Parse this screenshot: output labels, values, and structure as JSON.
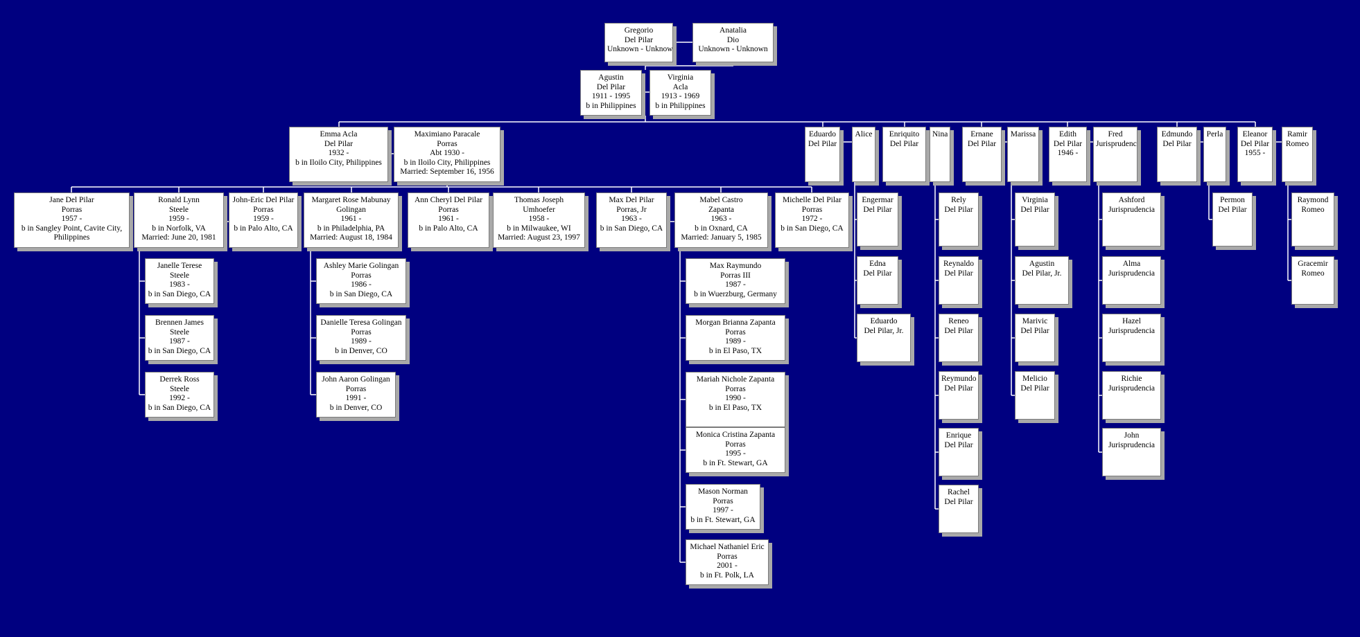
{
  "title": "",
  "people": [
    {
      "id": "gregorio",
      "lines": [
        "Gregorio",
        "Del Pilar",
        "Unknown - Unknown"
      ]
    },
    {
      "id": "anatalia",
      "lines": [
        "Anatalia",
        "Dio",
        "Unknown - Unknown"
      ]
    },
    {
      "id": "agustin",
      "lines": [
        "Agustin",
        "Del Pilar",
        "1911 - 1995",
        "b in Philippines"
      ]
    },
    {
      "id": "virginia",
      "lines": [
        "Virginia",
        "Acla",
        "1913 - 1969",
        "b in Philippines"
      ]
    },
    {
      "id": "emma",
      "lines": [
        "Emma Acla",
        "Del Pilar",
        "1932 -",
        "b in Iloilo City, Philippines"
      ]
    },
    {
      "id": "maximiano",
      "lines": [
        "Maximiano Paracale",
        "Porras",
        "Abt 1930 -",
        "b in Iloilo City, Philippines",
        "Married: September 16, 1956"
      ]
    },
    {
      "id": "eduardo",
      "lines": [
        "Eduardo",
        "Del Pilar"
      ]
    },
    {
      "id": "alice",
      "lines": [
        "Alice"
      ]
    },
    {
      "id": "enriquito",
      "lines": [
        "Enriquito",
        "Del Pilar"
      ]
    },
    {
      "id": "nina",
      "lines": [
        "Nina"
      ]
    },
    {
      "id": "ernane",
      "lines": [
        "Ernane",
        "Del Pilar"
      ]
    },
    {
      "id": "marissa",
      "lines": [
        "Marissa"
      ]
    },
    {
      "id": "edith",
      "lines": [
        "Edith",
        "Del Pilar",
        "1946 -"
      ]
    },
    {
      "id": "fred",
      "lines": [
        "Fred",
        "Jurisprudencia"
      ]
    },
    {
      "id": "edmundo",
      "lines": [
        "Edmundo",
        "Del Pilar"
      ]
    },
    {
      "id": "perla",
      "lines": [
        "Perla"
      ]
    },
    {
      "id": "eleanor",
      "lines": [
        "Eleanor",
        "Del Pilar",
        "1955 -"
      ]
    },
    {
      "id": "ramir",
      "lines": [
        "Ramir",
        "Romeo"
      ]
    },
    {
      "id": "jane",
      "lines": [
        "Jane Del Pilar",
        "Porras",
        "1957 -",
        "b in Sangley Point, Cavite City,",
        "Philippines"
      ]
    },
    {
      "id": "ronald",
      "lines": [
        "Ronald Lynn",
        "Steele",
        "1959 -",
        "b in Norfolk, VA",
        "Married: June 20, 1981"
      ]
    },
    {
      "id": "johneric",
      "lines": [
        "John-Eric Del Pilar",
        "Porras",
        "1959 -",
        "b in Palo Alto, CA"
      ]
    },
    {
      "id": "margaret",
      "lines": [
        "Margaret Rose Mabunay",
        "Golingan",
        "1961 -",
        "b in Philadelphia, PA",
        "Married: August 18, 1984"
      ]
    },
    {
      "id": "anncheryl",
      "lines": [
        "Ann Cheryl Del Pilar",
        "Porras",
        "1961 -",
        "b in Palo Alto, CA"
      ]
    },
    {
      "id": "thomas",
      "lines": [
        "Thomas Joseph",
        "Umhoefer",
        "1958 -",
        "b in Milwaukee, WI",
        "Married: August 23, 1997"
      ]
    },
    {
      "id": "max",
      "lines": [
        "Max Del Pilar",
        "Porras, Jr",
        "1963 -",
        "b in San Diego, CA"
      ]
    },
    {
      "id": "mabel",
      "lines": [
        "Mabel Castro",
        "Zapanta",
        "1963 -",
        "b in Oxnard, CA",
        "Married: January 5, 1985"
      ]
    },
    {
      "id": "michelle",
      "lines": [
        "Michelle Del Pilar",
        "Porras",
        "1972 -",
        "b in San Diego, CA"
      ]
    },
    {
      "id": "engermar",
      "lines": [
        "Engermar",
        "Del Pilar"
      ]
    },
    {
      "id": "edna",
      "lines": [
        "Edna",
        "Del Pilar"
      ]
    },
    {
      "id": "eduardojr",
      "lines": [
        "Eduardo",
        "Del Pilar, Jr."
      ]
    },
    {
      "id": "rely",
      "lines": [
        "Rely",
        "Del Pilar"
      ]
    },
    {
      "id": "reynaldo",
      "lines": [
        "Reynaldo",
        "Del Pilar"
      ]
    },
    {
      "id": "reneo",
      "lines": [
        "Reneo",
        "Del Pilar"
      ]
    },
    {
      "id": "reymundo",
      "lines": [
        "Reymundo",
        "Del Pilar"
      ]
    },
    {
      "id": "enrique",
      "lines": [
        "Enrique",
        "Del Pilar"
      ]
    },
    {
      "id": "rachel",
      "lines": [
        "Rachel",
        "Del Pilar"
      ]
    },
    {
      "id": "virginia2",
      "lines": [
        "Virginia",
        "Del Pilar"
      ]
    },
    {
      "id": "agustinjr",
      "lines": [
        "Agustin",
        "Del Pilar, Jr."
      ]
    },
    {
      "id": "marivic",
      "lines": [
        "Marivic",
        "Del Pilar"
      ]
    },
    {
      "id": "melicio",
      "lines": [
        "Melicio",
        "Del Pilar"
      ]
    },
    {
      "id": "ashford",
      "lines": [
        "Ashford",
        "Jurisprudencia"
      ]
    },
    {
      "id": "alma",
      "lines": [
        "Alma",
        "Jurisprudencia"
      ]
    },
    {
      "id": "hazel",
      "lines": [
        "Hazel",
        "Jurisprudencia"
      ]
    },
    {
      "id": "richie",
      "lines": [
        "Richie",
        "Jurisprudencia"
      ]
    },
    {
      "id": "john",
      "lines": [
        "John",
        "Jurisprudencia"
      ]
    },
    {
      "id": "permon",
      "lines": [
        "Permon",
        "Del Pilar"
      ]
    },
    {
      "id": "raymond",
      "lines": [
        "Raymond",
        "Romeo"
      ]
    },
    {
      "id": "gracemir",
      "lines": [
        "Gracemir",
        "Romeo"
      ]
    },
    {
      "id": "janelle",
      "lines": [
        "Janelle Terese",
        "Steele",
        "1983 -",
        "b in San Diego, CA"
      ]
    },
    {
      "id": "brennen",
      "lines": [
        "Brennen James",
        "Steele",
        "1987 -",
        "b in San Diego, CA"
      ]
    },
    {
      "id": "derrek",
      "lines": [
        "Derrek Ross",
        "Steele",
        "1992 -",
        "b in San Diego, CA"
      ]
    },
    {
      "id": "ashley",
      "lines": [
        "Ashley Marie Golingan",
        "Porras",
        "1986 -",
        "b in San Diego, CA"
      ]
    },
    {
      "id": "danielle",
      "lines": [
        "Danielle Teresa Golingan",
        "Porras",
        "1989 -",
        "b in Denver, CO"
      ]
    },
    {
      "id": "johnaaron",
      "lines": [
        "John Aaron Golingan",
        "Porras",
        "1991 -",
        "b in Denver, CO"
      ]
    },
    {
      "id": "maxiii",
      "lines": [
        "Max Raymundo",
        "Porras III",
        "1987 -",
        "b in Wuerzburg, Germany"
      ]
    },
    {
      "id": "morgan",
      "lines": [
        "Morgan Brianna Zapanta",
        "Porras",
        "1989 -",
        "b in El Paso, TX"
      ]
    },
    {
      "id": "mariah",
      "lines": [
        "Mariah Nichole Zapanta",
        "Porras",
        "1990 -",
        "b in El Paso, TX"
      ]
    },
    {
      "id": "monica",
      "lines": [
        "Monica Cristina Zapanta",
        "Porras",
        "1995 -",
        "b in Ft. Stewart, GA"
      ]
    },
    {
      "id": "mason",
      "lines": [
        "Mason Norman",
        "Porras",
        "1997 -",
        "b in Ft. Stewart, GA"
      ]
    },
    {
      "id": "michael",
      "lines": [
        "Michael Nathaniel Eric",
        "Porras",
        "2001 -",
        "b in Ft. Polk, LA"
      ]
    }
  ]
}
